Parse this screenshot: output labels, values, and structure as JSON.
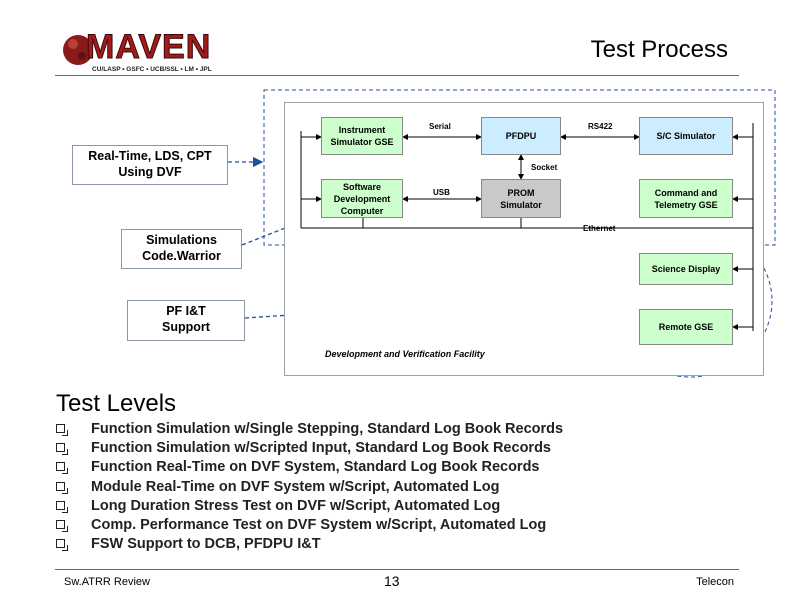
{
  "logo": {
    "name": "MAVEN",
    "partners": "CU/LASP • GSFC • UCB/SSL • LM • JPL"
  },
  "slide": {
    "title": "Test Process"
  },
  "side_boxes": [
    {
      "label": "Real-Time, LDS, CPT\nUsing DVF"
    },
    {
      "label": "Simulations\nCode.Warrior"
    },
    {
      "label": "PF I&T\nSupport"
    }
  ],
  "diagram": {
    "boxes": {
      "instrument": "Instrument\nSimulator GSE",
      "pfdpu": "PFDPU",
      "sc_sim": "S/C Simulator",
      "software": "Software\nDevelopment\nComputer",
      "prom": "PROM\nSimulator",
      "cmd": "Command and\nTelemetry GSE",
      "science": "Science Display",
      "remote": "Remote GSE"
    },
    "labels": {
      "serial": "Serial",
      "rs422": "RS422",
      "socket": "Socket",
      "usb": "USB",
      "ethernet": "Ethernet",
      "facility": "Development and Verification Facility"
    }
  },
  "levels": {
    "title": "Test Levels",
    "items": [
      "Function Simulation w/Single Stepping, Standard Log Book Records",
      "Function Simulation w/Scripted Input, Standard Log Book Records",
      "Function Real-Time on DVF System, Standard Log Book Records",
      "Module Real-Time on DVF System w/Script, Automated Log",
      "Long Duration Stress Test on DVF w/Script, Automated Log",
      "Comp. Performance Test on DVF System w/Script, Automated Log",
      "FSW Support to DCB, PFDPU I&T"
    ]
  },
  "footer": {
    "left": "Sw.ATRR Review",
    "page": "13",
    "right": "Telecon"
  },
  "colors": {
    "green_box": "#ccffcc",
    "blue_box": "#ccecff",
    "gray_box": "#c9c9c9",
    "dashed_link": "#1f4e9c",
    "rule": "#5a6b7a",
    "logo_red": "#a31a1a"
  }
}
